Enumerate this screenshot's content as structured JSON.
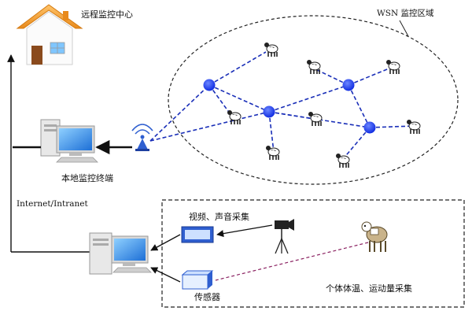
{
  "labels": {
    "remote_center": "远程监控中心",
    "wsn_area": "WSN 监控区域",
    "local_terminal": "本地监控终端",
    "internet": "Internet/Intranet",
    "video_audio": "视频、声音采集",
    "sensor": "传感器",
    "individual": "个体体温、运动量采集"
  },
  "colors": {
    "node": "#1f3fff",
    "link": "#1a2fb8",
    "arrow": "#111111",
    "sensor_link": "#8a2060",
    "house_roof": "#f0a23c",
    "device_blue": "#2f5fd0"
  },
  "icons": {
    "house": "house-icon",
    "computer": "desktop-computer-icon",
    "antenna": "wireless-antenna-icon",
    "camera": "video-camera-icon",
    "sensor": "sensor-box-icon",
    "cow": "cow-icon"
  }
}
